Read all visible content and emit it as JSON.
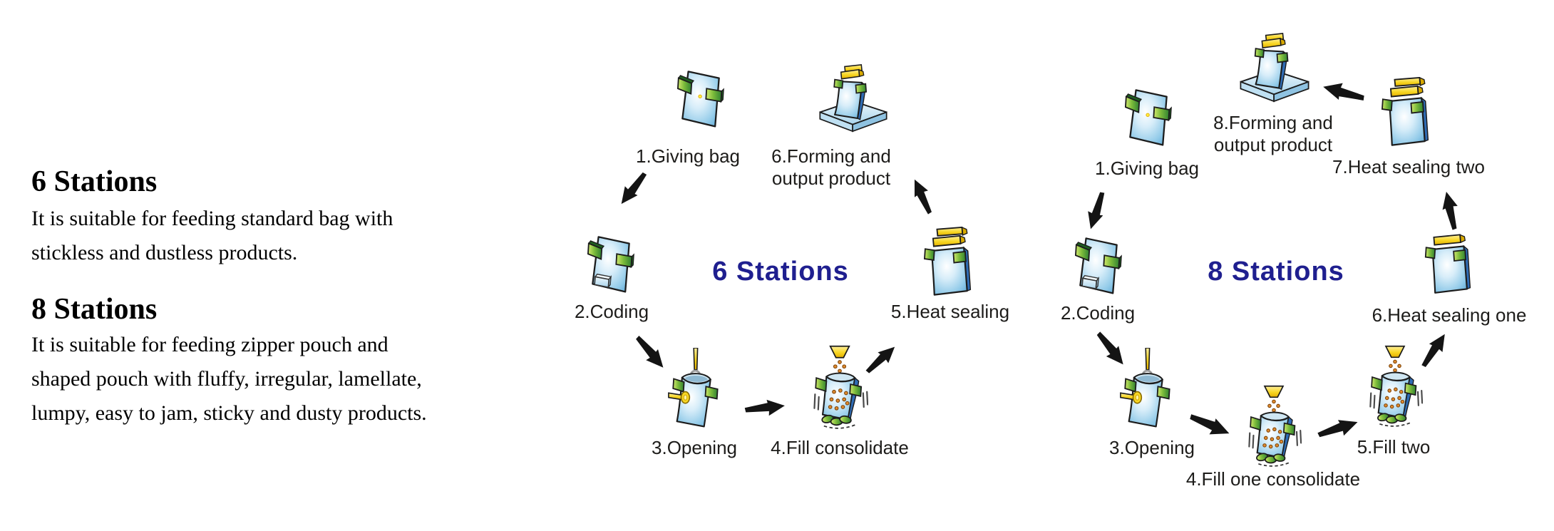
{
  "intro": {
    "sections": [
      {
        "title": "6 Stations",
        "lines": [
          "It is suitable for feeding standard bag with",
          "stickless and dustless products."
        ]
      },
      {
        "title": "8 Stations",
        "lines": [
          "It is suitable for feeding zipper pouch and",
          "shaped pouch with fluffy, irregular, lamellate,",
          "lumpy, easy to jam, sticky and dusty products."
        ]
      }
    ]
  },
  "diagrams": [
    {
      "title": "6 Stations",
      "stations": [
        {
          "label": "1.Giving bag",
          "icon": "giving-bag-icon"
        },
        {
          "label": "2.Coding",
          "icon": "coding-bag-icon"
        },
        {
          "label": "3.Opening",
          "icon": "opening-bag-icon"
        },
        {
          "label": "4.Fill consolidate",
          "icon": "filling-bag-icon"
        },
        {
          "label": "5.Heat sealing",
          "icon": "sealed-bag-icon"
        },
        {
          "label": "6.Forming and output product",
          "icon": "output-bag-icon"
        }
      ]
    },
    {
      "title": "8 Stations",
      "stations": [
        {
          "label": "1.Giving bag",
          "icon": "giving-bag-icon"
        },
        {
          "label": "2.Coding",
          "icon": "coding-bag-icon"
        },
        {
          "label": "3.Opening",
          "icon": "opening-bag-icon"
        },
        {
          "label": "4.Fill one consolidate",
          "icon": "filling-bag-icon"
        },
        {
          "label": "5.Fill two",
          "icon": "filling-bag-icon"
        },
        {
          "label": "6.Heat sealing one",
          "icon": "sealed-bag-icon"
        },
        {
          "label": "7.Heat sealing two",
          "icon": "double-sealed-bag-icon"
        },
        {
          "label": "8.Forming and output product",
          "icon": "output-bag-icon"
        }
      ]
    }
  ],
  "colors": {
    "diagram_title": "#1f1f8f",
    "body_text": "#231f20",
    "label_text": "#1d1c1a",
    "arrow": "#141414",
    "bag_blue": "#8ec7e8",
    "bag_fold_blue": "#2f6cb5",
    "clip_green": "#7dbc3b",
    "seal_yellow": "#f7d623",
    "product_dot_orange": "#e08a2e"
  }
}
